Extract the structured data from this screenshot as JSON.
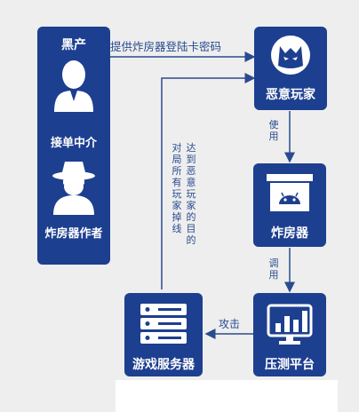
{
  "nodes": {
    "black_market": {
      "title": "黑产",
      "middle": "接单中介",
      "bottom": "炸房器作者"
    },
    "malicious_player": {
      "label": "恶意玩家",
      "icon": "devil-face-icon"
    },
    "room_bomber": {
      "label": "炸房器",
      "icon": "android-box-icon"
    },
    "stress_platform": {
      "label": "压测平台",
      "icon": "bar-chart-monitor-icon"
    },
    "game_server": {
      "label": "游戏服务器",
      "icon": "server-stack-icon"
    }
  },
  "edges": {
    "provide": "提供炸房器登陆卡密码",
    "use": "使用",
    "invoke": "调用",
    "attack": "攻击",
    "goal": "达到恶意玩家的目的",
    "disconnect": "对局所有玩家掉线"
  },
  "colors": {
    "card": "#1d3f8f",
    "arrow": "#2a4b8f",
    "background": "#eeeeee"
  }
}
